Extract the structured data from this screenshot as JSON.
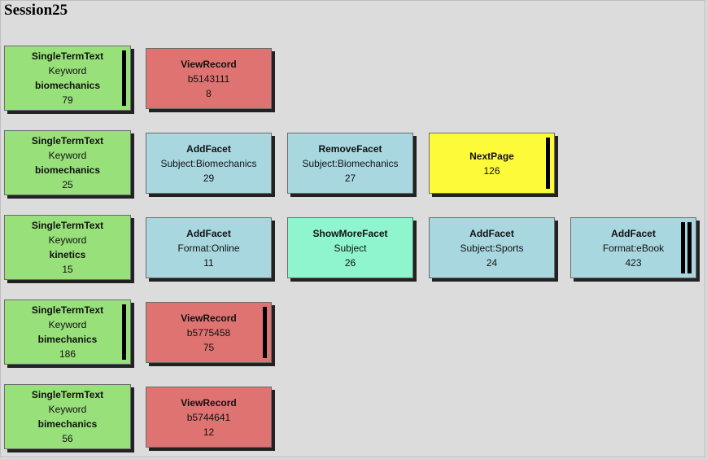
{
  "title": "Session25",
  "colors": {
    "green": "#98e07a",
    "red": "#de7371",
    "blue": "#a8d7e0",
    "yellow": "#fdfa3a",
    "mint": "#8ff5cf",
    "background": "#dcdcdc"
  },
  "rows": [
    {
      "nodes": [
        {
          "action": "SingleTermText",
          "lines": [
            "Keyword",
            "biomechanics"
          ],
          "count": "79",
          "color": "green",
          "bars": 1
        },
        {
          "action": "ViewRecord",
          "lines": [
            "b5143111"
          ],
          "count": "8",
          "color": "red",
          "bars": 0
        }
      ]
    },
    {
      "nodes": [
        {
          "action": "SingleTermText",
          "lines": [
            "Keyword",
            "biomechanics"
          ],
          "count": "25",
          "color": "green",
          "bars": 0
        },
        {
          "action": "AddFacet",
          "lines": [
            "Subject:Biomechanics"
          ],
          "count": "29",
          "color": "blue",
          "bars": 0
        },
        {
          "action": "RemoveFacet",
          "lines": [
            "Subject:Biomechanics"
          ],
          "count": "27",
          "color": "blue",
          "bars": 0
        },
        {
          "action": "NextPage",
          "lines": [],
          "count": "126",
          "color": "yellow",
          "bars": 1
        }
      ]
    },
    {
      "nodes": [
        {
          "action": "SingleTermText",
          "lines": [
            "Keyword",
            "kinetics"
          ],
          "count": "15",
          "color": "green",
          "bars": 0
        },
        {
          "action": "AddFacet",
          "lines": [
            "Format:Online"
          ],
          "count": "11",
          "color": "blue",
          "bars": 0
        },
        {
          "action": "ShowMoreFacet",
          "lines": [
            "Subject"
          ],
          "count": "26",
          "color": "mint",
          "bars": 0
        },
        {
          "action": "AddFacet",
          "lines": [
            "Subject:Sports"
          ],
          "count": "24",
          "color": "blue",
          "bars": 0
        },
        {
          "action": "AddFacet",
          "lines": [
            "Format:eBook"
          ],
          "count": "423",
          "color": "blue",
          "bars": 2
        }
      ]
    },
    {
      "nodes": [
        {
          "action": "SingleTermText",
          "lines": [
            "Keyword",
            "bimechanics"
          ],
          "count": "186",
          "color": "green",
          "bars": 1
        },
        {
          "action": "ViewRecord",
          "lines": [
            "b5775458"
          ],
          "count": "75",
          "color": "red",
          "bars": 1
        }
      ]
    },
    {
      "nodes": [
        {
          "action": "SingleTermText",
          "lines": [
            "Keyword",
            "bimechanics"
          ],
          "count": "56",
          "color": "green",
          "bars": 0
        },
        {
          "action": "ViewRecord",
          "lines": [
            "b5744641"
          ],
          "count": "12",
          "color": "red",
          "bars": 0
        }
      ]
    }
  ]
}
